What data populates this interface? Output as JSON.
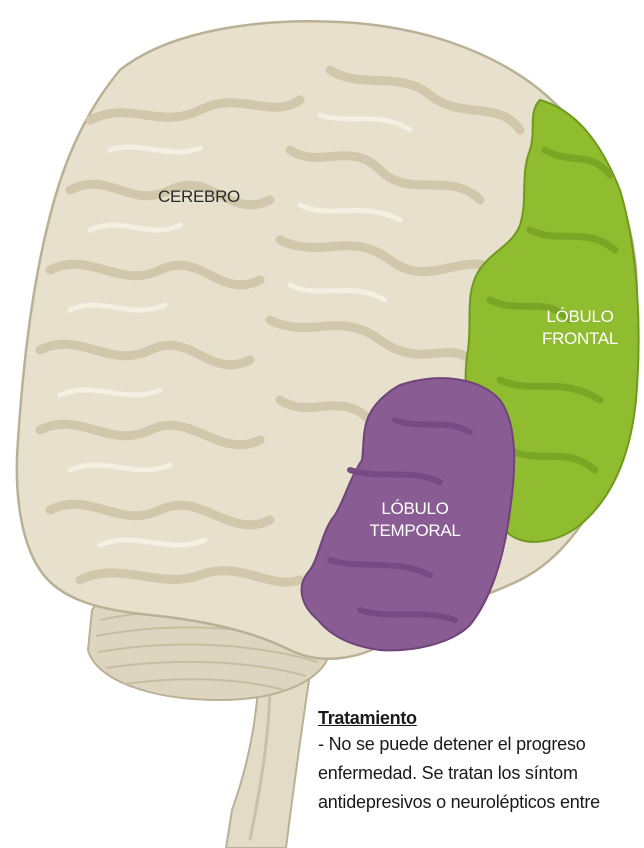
{
  "labels": {
    "cerebro": "CEREBRO",
    "frontal_line1": "LÓBULO",
    "frontal_line2": "FRONTAL",
    "temporal_line1": "LÓBULO",
    "temporal_line2": "TEMPORAL"
  },
  "treatment": {
    "heading": "Tratamiento",
    "lines": [
      "- No se puede detener el progreso",
      "enfermedad. Se tratan los síntom",
      "antidepresivos o neurolépticos entre"
    ]
  },
  "colors": {
    "brain": "#e7e0cd",
    "brain_fold": "#d4cbb1",
    "brain_highlight": "#f4efe1",
    "frontal": "#8fbd2f",
    "frontal_dark": "#6f9a1e",
    "temporal": "#8a5c94",
    "temporal_dark": "#6e4479",
    "cerebellum": "#ddd5bf",
    "brainstem": "#e2dbc6"
  }
}
